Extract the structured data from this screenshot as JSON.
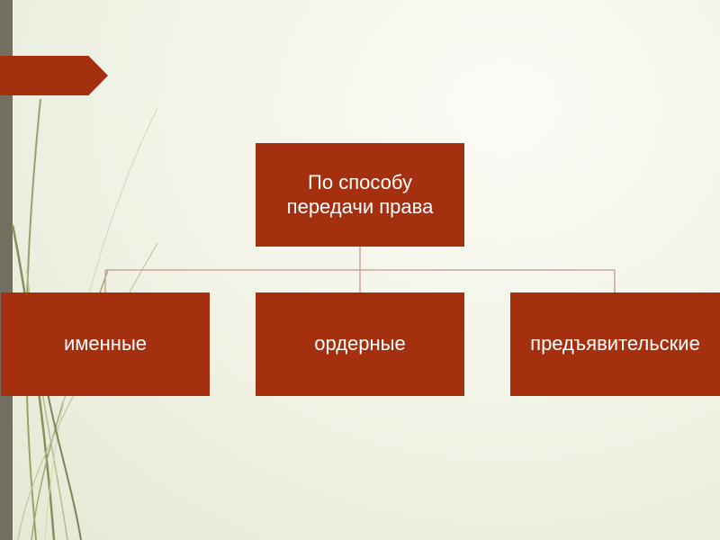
{
  "diagram": {
    "root": {
      "line1": "По способу",
      "line2": "передачи права"
    },
    "children": [
      {
        "label": "именные"
      },
      {
        "label": "ордерные"
      },
      {
        "label": "предъявительские"
      }
    ],
    "colors": {
      "box_fill": "#a5300f",
      "box_text": "#ffffff",
      "connector": "#c9a79a",
      "left_bar": "#736f5e",
      "background": "#f2f4e8"
    }
  }
}
